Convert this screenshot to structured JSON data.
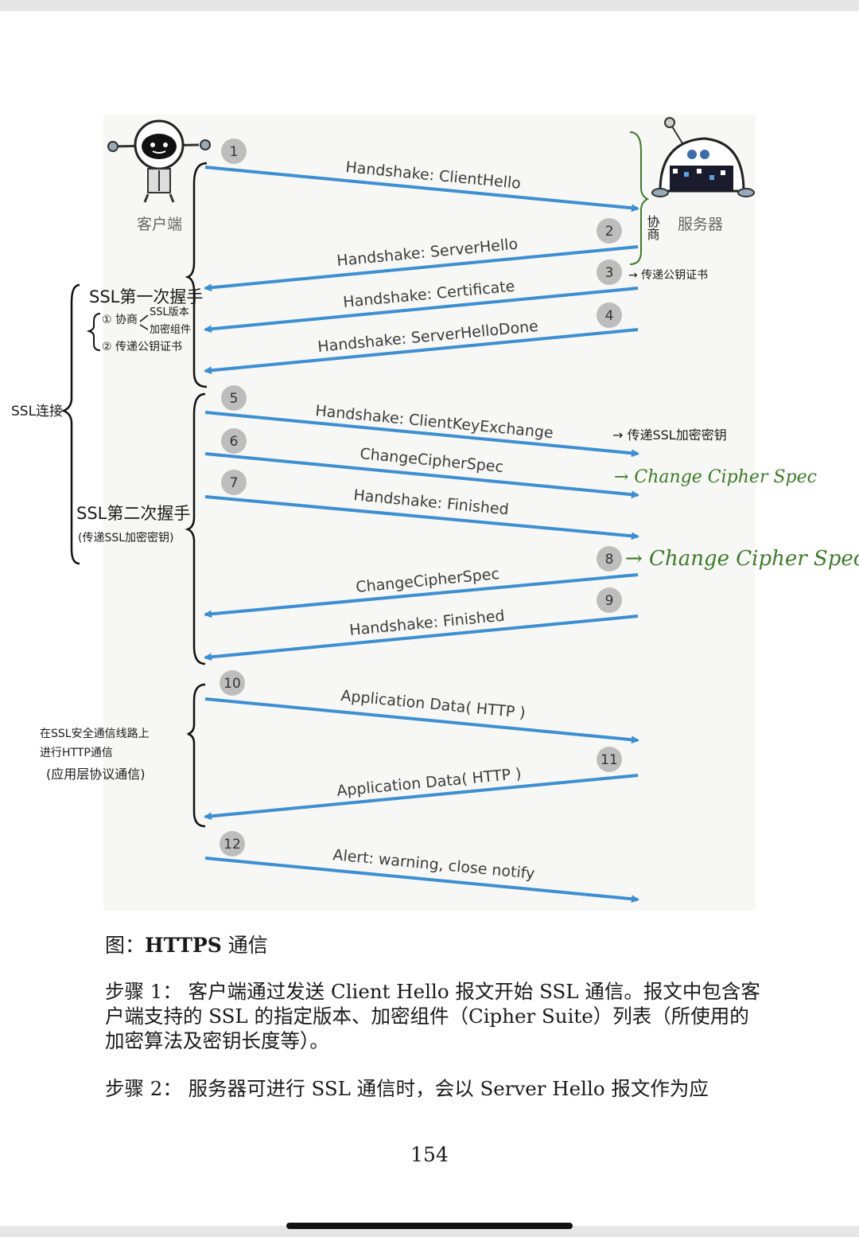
{
  "figure": {
    "client_label": "客户端",
    "server_label": "服务器",
    "messages": [
      {
        "num": "1",
        "label": "Handshake: ClientHello",
        "dir": "right"
      },
      {
        "num": "2",
        "label": "Handshake: ServerHello",
        "dir": "left"
      },
      {
        "num": "3",
        "label": "Handshake: Certificate",
        "dir": "left"
      },
      {
        "num": "4",
        "label": "Handshake: ServerHelloDone",
        "dir": "left"
      },
      {
        "num": "5",
        "label": "Handshake: ClientKeyExchange",
        "dir": "right"
      },
      {
        "num": "6",
        "label": "ChangeCipherSpec",
        "dir": "right"
      },
      {
        "num": "7",
        "label": "Handshake: Finished",
        "dir": "right"
      },
      {
        "num": "8",
        "label": "ChangeCipherSpec",
        "dir": "left"
      },
      {
        "num": "9",
        "label": "Handshake: Finished",
        "dir": "left"
      },
      {
        "num": "10",
        "label": "Application Data( HTTP )",
        "dir": "right"
      },
      {
        "num": "11",
        "label": "Application Data( HTTP )",
        "dir": "left"
      },
      {
        "num": "12",
        "label": "Alert: warning, close notify",
        "dir": "right"
      }
    ],
    "arrow_color": "#3d8fd1"
  },
  "annotations": {
    "first_handshake": "SSL第一次握手",
    "negotiate": "① 协商",
    "ssl_version": "SSL版本",
    "cipher_suite": "加密组件",
    "pass_cert": "② 传递公钥证书",
    "ssl_connection": "SSL连接",
    "second_handshake": "SSL第二次握手",
    "second_handshake_sub": "(传递SSL加密密钥)",
    "on_ssl_line_1": "在SSL安全通信线路上",
    "on_ssl_line_2": "进行HTTP通信",
    "app_layer": "(应用层协议通信)",
    "negotiate_right": "协商",
    "green_cert": "→ 传递公钥证书",
    "green_key": "→ 传递SSL加密密钥",
    "green_ccs1": "→ Change Cipher Spec",
    "green_ccs2": "→ Change Cipher Spec",
    "green_color": "#3e7a2c"
  },
  "caption": {
    "prefix": "图：",
    "bold": "HTTPS",
    "suffix": " 通信"
  },
  "steps": [
    {
      "label": "步骤 1：",
      "text": " 客户端通过发送 Client Hello 报文开始 SSL 通信。报文中包含客户端支持的 SSL 的指定版本、加密组件（Cipher Suite）列表（所使用的加密算法及密钥长度等）。"
    },
    {
      "label": "步骤 2：",
      "text": " 服务器可进行 SSL 通信时，会以 Server Hello 报文作为应"
    }
  ],
  "page_number": "154"
}
